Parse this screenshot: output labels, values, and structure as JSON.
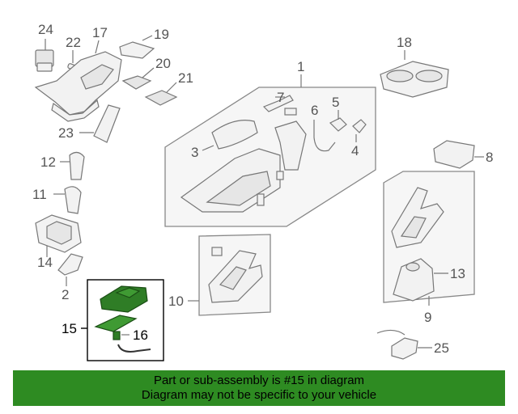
{
  "callouts": {
    "c1": "1",
    "c2": "2",
    "c3": "3",
    "c4": "4",
    "c5": "5",
    "c6": "6",
    "c7": "7",
    "c8": "8",
    "c9": "9",
    "c10": "10",
    "c11": "11",
    "c12": "12",
    "c13": "13",
    "c14": "14",
    "c15": "15",
    "c16": "16",
    "c17": "17",
    "c18": "18",
    "c19": "19",
    "c20": "20",
    "c21": "21",
    "c22": "22",
    "c23": "23",
    "c24": "24",
    "c25": "25"
  },
  "highlight_part": "15",
  "colors": {
    "highlight_green": "#2e8b22",
    "part_outline": "#777777",
    "highlighted_part_fill": "#2f7d26"
  },
  "footer": {
    "line1": "Part or sub-assembly is #15 in diagram",
    "line2": "Diagram may not be specific to your vehicle"
  }
}
